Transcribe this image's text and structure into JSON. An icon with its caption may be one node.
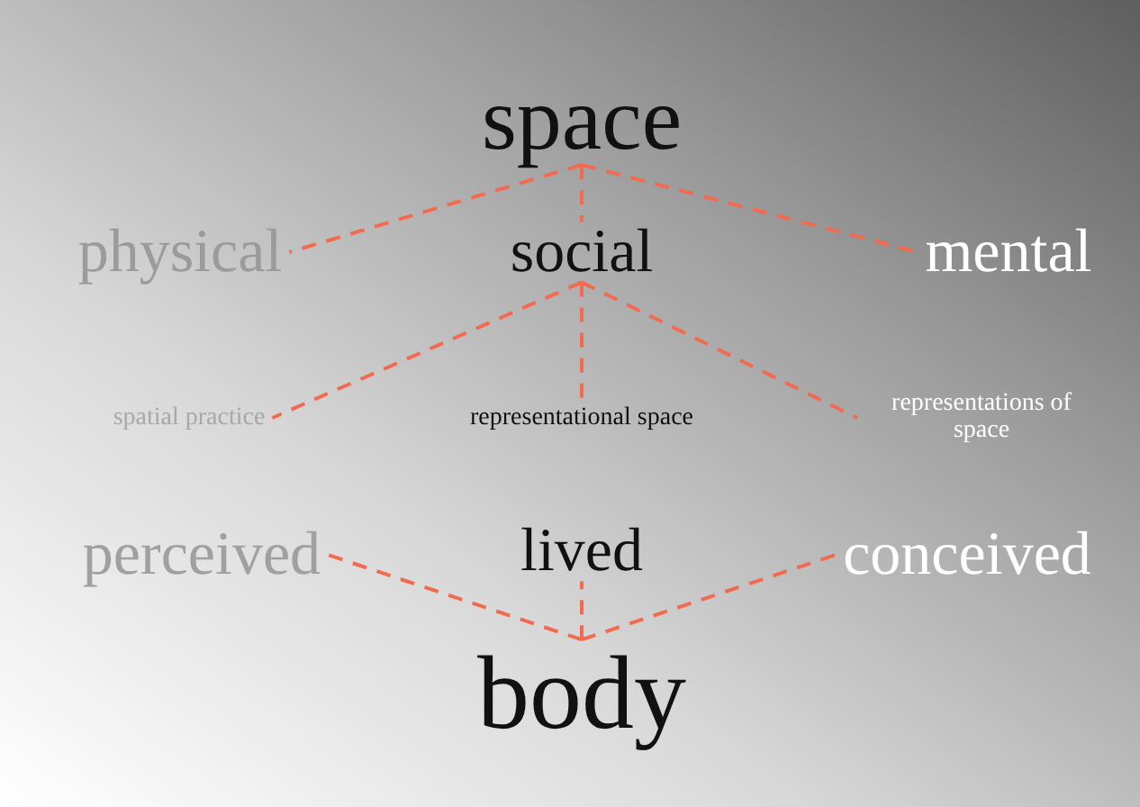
{
  "diagram": {
    "nodes": [
      {
        "text": [
          "space"
        ]
      },
      {
        "text": [
          "physical"
        ]
      },
      {
        "text": [
          "social"
        ]
      },
      {
        "text": [
          "mental"
        ]
      },
      {
        "text": [
          "spatial practice"
        ]
      },
      {
        "text": [
          "representational space"
        ]
      },
      {
        "text": [
          "representations of space"
        ]
      },
      {
        "text": [
          "perceived"
        ]
      },
      {
        "text": [
          "lived"
        ]
      },
      {
        "text": [
          "conceived"
        ]
      },
      {
        "text": [
          "body"
        ]
      }
    ],
    "edges": [
      {
        "from": 0,
        "to": 1,
        "arrow": "none",
        "style": "dashed"
      },
      {
        "from": 0,
        "to": 2,
        "arrow": "none",
        "style": "dashed"
      },
      {
        "from": 0,
        "to": 3,
        "arrow": "none",
        "style": "dashed"
      },
      {
        "from": 2,
        "to": 4,
        "arrow": "none",
        "style": "dashed"
      },
      {
        "from": 2,
        "to": 5,
        "arrow": "none",
        "style": "dashed"
      },
      {
        "from": 2,
        "to": 6,
        "arrow": "none",
        "style": "dashed"
      },
      {
        "from": 10,
        "to": 7,
        "arrow": "none",
        "style": "dashed"
      },
      {
        "from": 10,
        "to": 8,
        "arrow": "none",
        "style": "dashed"
      },
      {
        "from": 10,
        "to": 9,
        "arrow": "none",
        "style": "dashed"
      }
    ]
  }
}
